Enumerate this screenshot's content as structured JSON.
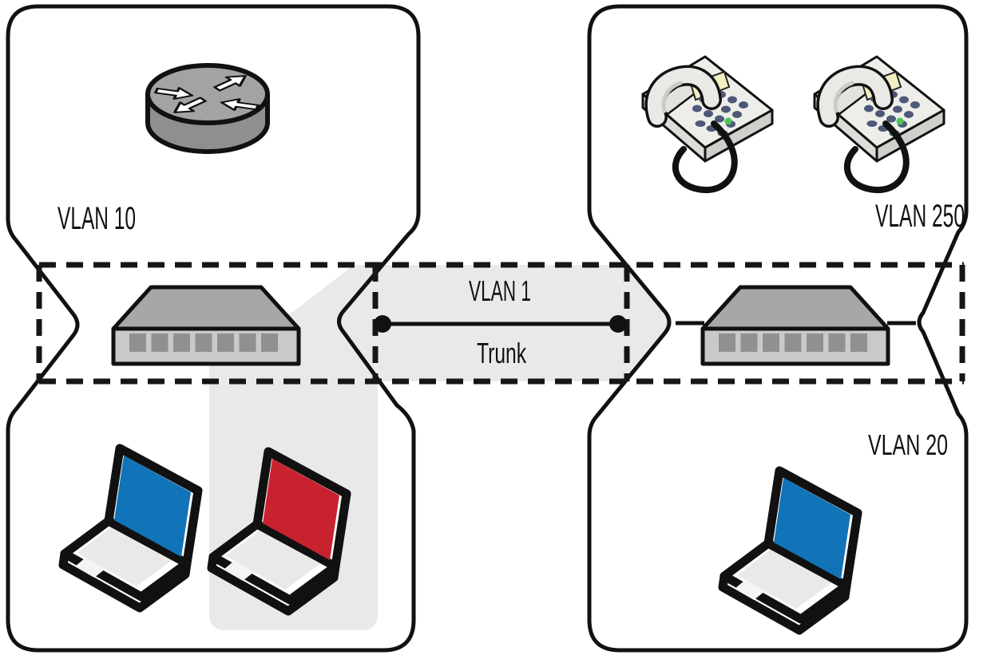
{
  "diagram": {
    "title_hint": "VLAN trunking diagram",
    "labels": {
      "vlan10": "VLAN 10",
      "vlan1": "VLAN 1",
      "trunk": "Trunk",
      "vlan250": "VLAN 250",
      "vlan20": "VLAN 20"
    },
    "zones": {
      "left_top": {
        "label": "VLAN 10",
        "devices": [
          "router"
        ]
      },
      "left_bottom": {
        "devices": [
          "laptop-blue",
          "laptop-red"
        ]
      },
      "trunk_band": {
        "labels": [
          "VLAN 1",
          "Trunk"
        ],
        "endpoints": 2
      },
      "right_top": {
        "label": "VLAN 250",
        "devices": [
          "ip-phone",
          "ip-phone"
        ]
      },
      "right_bottom": {
        "label": "VLAN 20",
        "devices": [
          "laptop-blue"
        ]
      }
    },
    "icons": [
      "router-icon",
      "switch-icon",
      "laptop-icon",
      "ip-phone-icon",
      "trunk-endpoint-dot"
    ],
    "colors": {
      "background": "#ffffff",
      "outline_black": "#111111",
      "highlight_gray": "#e9e9e9",
      "laptop_blue": "#1173b8",
      "laptop_red": "#c8222f",
      "switch_top": "#a7a7a7",
      "switch_front": "#c9c9c9",
      "switch_port": "#909090",
      "router_top": "#a3a3a3",
      "router_body": "#8f8f8f",
      "phone_body": "#edeeea",
      "phone_key_navy": "#4e5878",
      "display_cream": "#f1efc2",
      "led_green": "#4fc455"
    }
  }
}
